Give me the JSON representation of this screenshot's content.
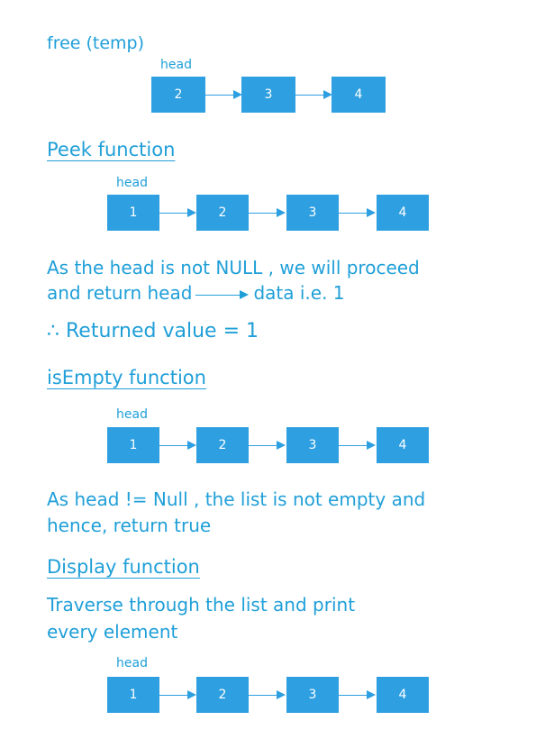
{
  "free_section": {
    "text": "free (temp)",
    "head_label": "head",
    "nodes": [
      "2",
      "3",
      "4"
    ]
  },
  "peek_section": {
    "heading": "Peek function",
    "head_label": "head",
    "nodes": [
      "1",
      "2",
      "3",
      "4"
    ],
    "line1": "As  the head is not NULL ,  we will proceed",
    "line2_before": "and return  head",
    "line2_after": "data  i.e.  1",
    "result": "∴  Returned value  =  1"
  },
  "isempty_section": {
    "heading": "isEmpty function",
    "head_label": "head",
    "nodes": [
      "1",
      "2",
      "3",
      "4"
    ],
    "line1": "As  head != Null ,  the list is not empty and",
    "line2": "hence,  return true"
  },
  "display_section": {
    "heading": "Display function",
    "line1": "Traverse through the list and print",
    "line2": "every element",
    "head_label": "head",
    "nodes": [
      "1",
      "2",
      "3",
      "4"
    ]
  },
  "colors": {
    "node_fill": "#2e9fe0",
    "text": "#1f9fd8",
    "node_text": "#ffffff"
  }
}
